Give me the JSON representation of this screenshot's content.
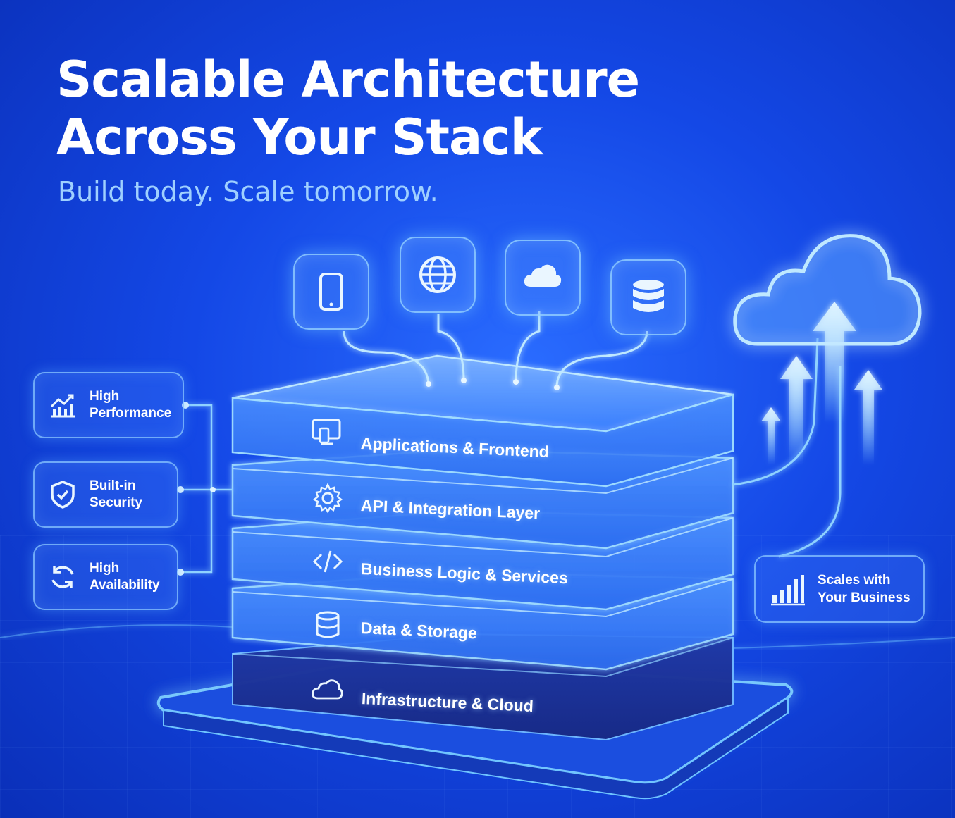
{
  "header": {
    "title_line1": "Scalable Architecture",
    "title_line2": "Across Your Stack",
    "subtitle": "Build today. Scale tomorrow."
  },
  "top_icons": [
    "mobile-phone-icon",
    "globe-icon",
    "cloud-icon",
    "database-icon"
  ],
  "features": [
    {
      "label": "High\nPerformance",
      "icon": "trending-chart-icon"
    },
    {
      "label": "Built-in\nSecurity",
      "icon": "shield-check-icon"
    },
    {
      "label": "High\nAvailability",
      "icon": "refresh-cycle-icon"
    }
  ],
  "layers": [
    {
      "label": "Applications & Frontend",
      "icon": "devices-icon"
    },
    {
      "label": "API & Integration Layer",
      "icon": "gear-icon"
    },
    {
      "label": "Business Logic & Services",
      "icon": "code-brackets-icon"
    },
    {
      "label": "Data & Storage",
      "icon": "database-icon"
    },
    {
      "label": "Infrastructure & Cloud",
      "icon": "cloud-outline-icon"
    }
  ],
  "scale_card": {
    "label": "Scales with\nYour Business",
    "icon": "bar-chart-icon"
  },
  "colors": {
    "background": "#1448e6",
    "accent_glow": "#8fd2ff",
    "subtitle": "#9fd0ff",
    "base_layer": "#1a2fa8"
  }
}
